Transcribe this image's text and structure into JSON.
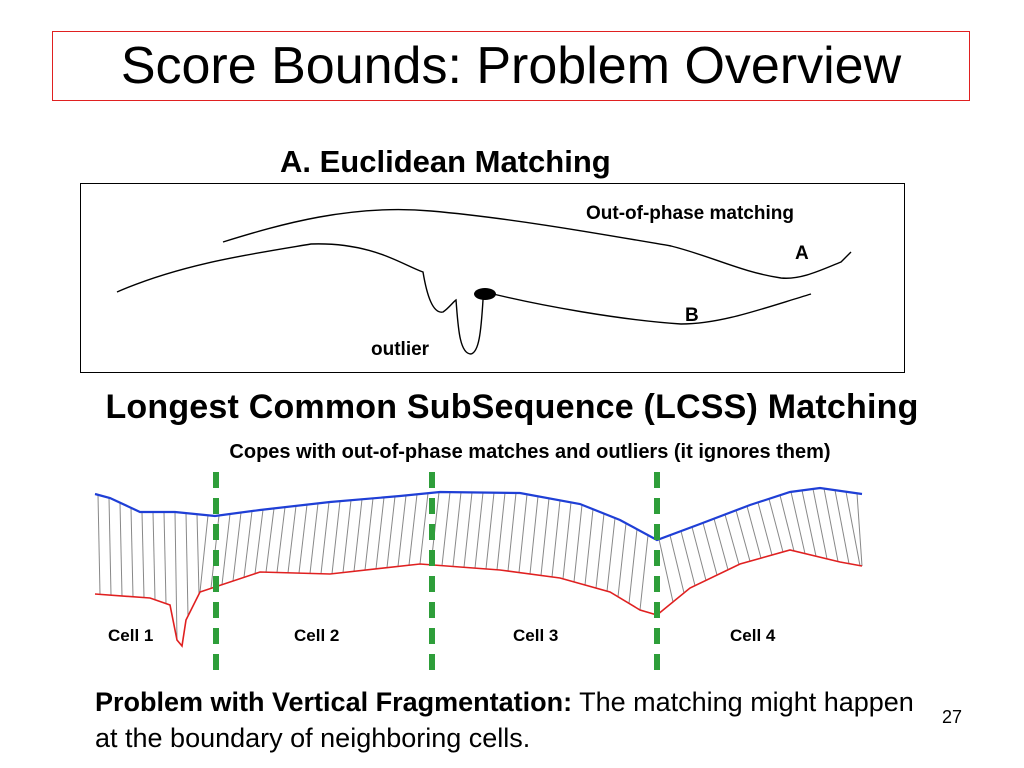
{
  "slide": {
    "title": "Score Bounds: Problem Overview",
    "page_number": "27"
  },
  "euclidean": {
    "heading": "A. Euclidean Matching",
    "annotation": "Out-of-phase matching",
    "label_a": "A",
    "label_b": "B",
    "outlier_label": "outlier"
  },
  "lcss": {
    "heading": "Longest Common SubSequence (LCSS) Matching",
    "subheading": "Copes with out-of-phase matches and outliers (it ignores them)",
    "cells": [
      "Cell 1",
      "Cell 2",
      "Cell 3",
      "Cell 4"
    ],
    "colors": {
      "top_series": "#1f3fd6",
      "bottom_series": "#e02020",
      "divider": "#2e9e3a",
      "links": "#888888"
    }
  },
  "problem": {
    "bold_text": "Problem with Vertical Fragmentation:",
    "text": " The matching might happen at the boundary of neighboring cells."
  }
}
